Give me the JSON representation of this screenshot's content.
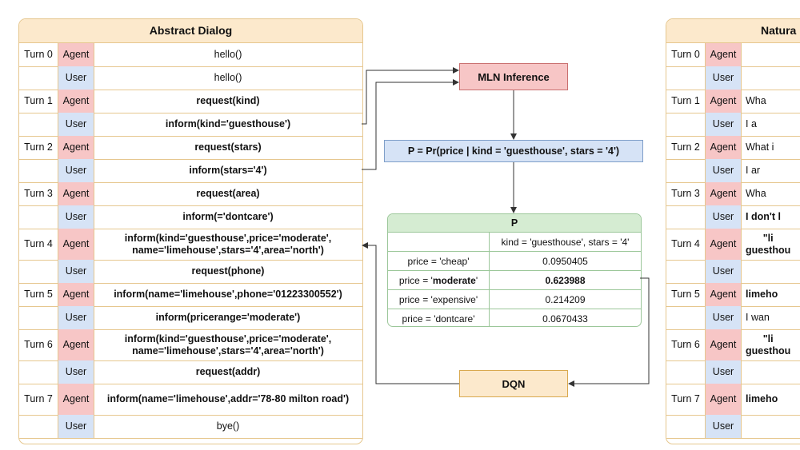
{
  "abstract_dialog": {
    "title": "Abstract Dialog",
    "rows": [
      {
        "turn": "Turn 0",
        "role": "Agent",
        "text": "hello()",
        "bold": false
      },
      {
        "turn": "",
        "role": "User",
        "text": "hello()",
        "bold": false
      },
      {
        "turn": "Turn 1",
        "role": "Agent",
        "text": "request(kind)",
        "bold": true
      },
      {
        "turn": "",
        "role": "User",
        "text": "inform(kind='guesthouse')",
        "bold": true
      },
      {
        "turn": "Turn 2",
        "role": "Agent",
        "text": "request(stars)",
        "bold": true
      },
      {
        "turn": "",
        "role": "User",
        "text": "inform(stars='4')",
        "bold": true
      },
      {
        "turn": "Turn 3",
        "role": "Agent",
        "text": "request(area)",
        "bold": true
      },
      {
        "turn": "",
        "role": "User",
        "text": "inform(='dontcare')",
        "bold": true
      },
      {
        "turn": "Turn 4",
        "role": "Agent",
        "text": "inform(kind='guesthouse',price='moderate', name='limehouse',stars='4',area='north')",
        "bold": true,
        "tall": true
      },
      {
        "turn": "",
        "role": "User",
        "text": "request(phone)",
        "bold": true
      },
      {
        "turn": "Turn 5",
        "role": "Agent",
        "text": "inform(name='limehouse',phone='01223300552')",
        "bold": true
      },
      {
        "turn": "",
        "role": "User",
        "text": "inform(pricerange='moderate')",
        "bold": true
      },
      {
        "turn": "Turn 6",
        "role": "Agent",
        "text": "inform(kind='guesthouse',price='moderate', name='limehouse',stars='4',area='north')",
        "bold": true,
        "tall": true
      },
      {
        "turn": "",
        "role": "User",
        "text": "request(addr)",
        "bold": true
      },
      {
        "turn": "Turn 7",
        "role": "Agent",
        "text": "inform(name='limehouse',addr='78-80 milton road')",
        "bold": true,
        "tall": true
      },
      {
        "turn": "",
        "role": "User",
        "text": "bye()",
        "bold": false
      }
    ]
  },
  "natural_dialog": {
    "title": "Natura",
    "rows": [
      {
        "turn": "Turn 0",
        "role": "Agent",
        "lines": [
          ""
        ],
        "bold": false
      },
      {
        "turn": "",
        "role": "User",
        "lines": [
          ""
        ],
        "bold": false
      },
      {
        "turn": "Turn 1",
        "role": "Agent",
        "lines": [
          "Wha"
        ],
        "bold": false
      },
      {
        "turn": "",
        "role": "User",
        "lines": [
          "I a"
        ],
        "bold": false
      },
      {
        "turn": "Turn 2",
        "role": "Agent",
        "lines": [
          "What i"
        ],
        "bold": false
      },
      {
        "turn": "",
        "role": "User",
        "lines": [
          "I ar"
        ],
        "bold": false
      },
      {
        "turn": "Turn 3",
        "role": "Agent",
        "lines": [
          "Wha"
        ],
        "bold": false
      },
      {
        "turn": "",
        "role": "User",
        "lines": [
          "I don't l"
        ],
        "bold": true
      },
      {
        "turn": "Turn 4",
        "role": "Agent",
        "lines": [
          "\"li",
          "guesthou"
        ],
        "bold": true,
        "tall": true
      },
      {
        "turn": "",
        "role": "User",
        "lines": [
          ""
        ],
        "bold": false
      },
      {
        "turn": "Turn 5",
        "role": "Agent",
        "lines": [
          "limeho"
        ],
        "bold": true
      },
      {
        "turn": "",
        "role": "User",
        "lines": [
          "I wan"
        ],
        "bold": false
      },
      {
        "turn": "Turn 6",
        "role": "Agent",
        "lines": [
          "\"li",
          "guesthou"
        ],
        "bold": true,
        "tall": true
      },
      {
        "turn": "",
        "role": "User",
        "lines": [
          ""
        ],
        "bold": false
      },
      {
        "turn": "Turn 7",
        "role": "Agent",
        "lines": [
          "limeho"
        ],
        "bold": true,
        "tall": true
      },
      {
        "turn": "",
        "role": "User",
        "lines": [
          ""
        ],
        "bold": false
      }
    ]
  },
  "mln_inference": {
    "label": "MLN Inference"
  },
  "probability_query": {
    "label": "P = Pr(price | kind = 'guesthouse', stars = '4')"
  },
  "dqn": {
    "label": "DQN"
  },
  "p_table": {
    "title": "P",
    "header": [
      "",
      "kind = 'guesthouse', stars = '4'"
    ],
    "rows": [
      {
        "label": "price = 'cheap'",
        "value": "0.0950405",
        "bold": false
      },
      {
        "label_prefix": "price = '",
        "label_bold": "moderate",
        "label_suffix": "'",
        "value": "0.623988",
        "bold": true
      },
      {
        "label": "price = 'expensive'",
        "value": "0.214209",
        "bold": false
      },
      {
        "label": "price = 'dontcare'",
        "value": "0.0670433",
        "bold": false
      }
    ]
  },
  "colors": {
    "agent": "#f7c6c6",
    "user": "#d6e3f6",
    "dialog_header": "#fce9cc",
    "table_header": "#d5ecd2",
    "arrow": "#333333"
  }
}
